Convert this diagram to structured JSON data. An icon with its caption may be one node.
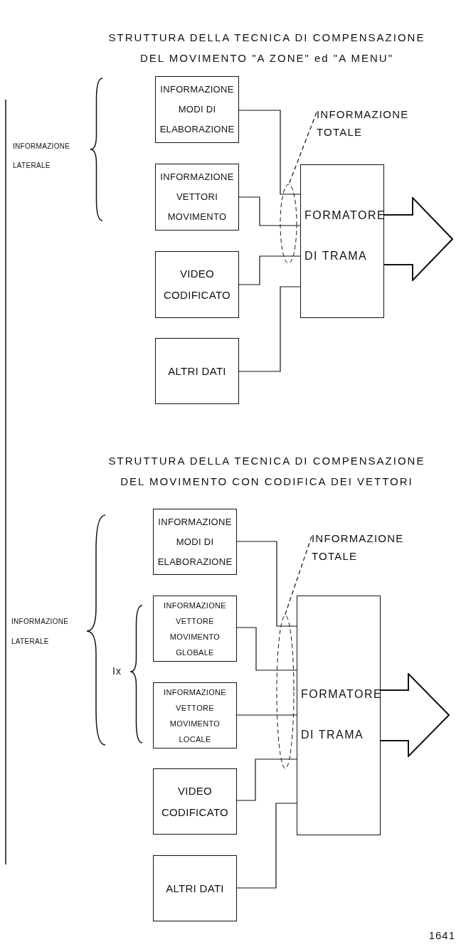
{
  "diagram": {
    "nodes": [
      {
        "text": [
          "INFORMAZIONE MODI DI ELABORAZIONE"
        ]
      },
      {
        "text": [
          "INFORMAZIONE VETTORI MOVIMENTO"
        ]
      },
      {
        "text": [
          "VIDEO CODIFICATO"
        ]
      },
      {
        "text": [
          "ALTRI DATI"
        ]
      },
      {
        "text": [
          "FORMATORE DI TRAMA"
        ]
      },
      {
        "text": [],
        "shape": "arrow"
      },
      {
        "text": [
          "INFORMAZIONE TOTALE"
        ]
      },
      {
        "text": [
          "INFORMAZIONE MODI DI ELABORAZIONE"
        ]
      },
      {
        "text": [
          "INFORMAZIONE VETTORE MOVIMENTO GLOBALE"
        ]
      },
      {
        "text": [
          "INFORMAZIONE VETTORE MOVIMENTO LOCALE"
        ]
      },
      {
        "text": [
          "VIDEO CODIFICATO"
        ]
      },
      {
        "text": [
          "ALTRI DATI"
        ]
      },
      {
        "text": [
          "FORMATORE DI TRAMA"
        ]
      },
      {
        "text": [],
        "shape": "arrow"
      },
      {
        "text": [
          "INFORMAZIONE TOTALE"
        ]
      }
    ],
    "edges": [
      {
        "from": 0,
        "to": 4,
        "arrow": "none"
      },
      {
        "from": 1,
        "to": 4,
        "arrow": "none"
      },
      {
        "from": 2,
        "to": 4,
        "arrow": "none"
      },
      {
        "from": 3,
        "to": 4,
        "arrow": "none"
      },
      {
        "from": 6,
        "to": null,
        "arrow": "none",
        "style": "dashed"
      },
      {
        "from": 7,
        "to": 12,
        "arrow": "none"
      },
      {
        "from": 8,
        "to": 12,
        "arrow": "none"
      },
      {
        "from": 9,
        "to": 12,
        "arrow": "none"
      },
      {
        "from": 10,
        "to": 12,
        "arrow": "none"
      },
      {
        "from": 11,
        "to": 12,
        "arrow": "none"
      },
      {
        "from": 14,
        "to": null,
        "arrow": "none",
        "style": "dashed"
      }
    ],
    "labels": [
      "STRUTTURA DELLA TECNICA DI COMPENSAZIONE DEL MOVIMENTO \"A ZONE\" ed \"A MENU\"",
      "INFORMAZIONE LATERALE",
      "STRUTTURA DELLA TECNICA DI COMPENSAZIONE DEL MOVIMENTO CON CODIFICA DEI VETTORI",
      "INFORMAZIONE LATERALE",
      "Ix",
      "1641"
    ]
  }
}
